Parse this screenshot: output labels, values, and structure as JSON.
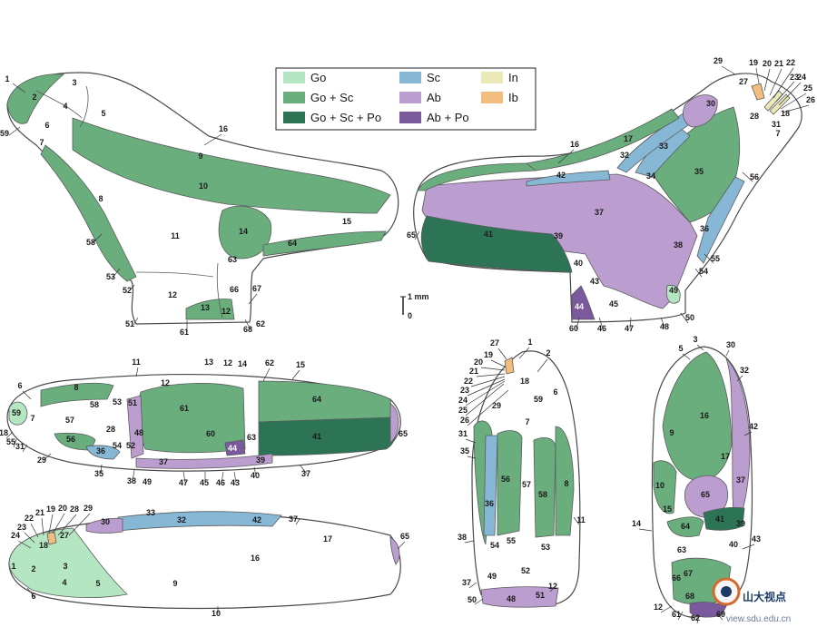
{
  "colors": {
    "go": "#b5e6c2",
    "go_sc": "#6aae7e",
    "go_sc_po": "#2d7456",
    "sc": "#86b8d6",
    "ab": "#bb9dcf",
    "ab_po": "#7a5a9c",
    "in": "#ece9b8",
    "ib": "#f2bd7e"
  },
  "legend": [
    {
      "label": "Go",
      "color": "#b5e6c2"
    },
    {
      "label": "Go + Sc",
      "color": "#6aae7e"
    },
    {
      "label": "Go + Sc + Po",
      "color": "#2d7456"
    },
    {
      "label": "Sc",
      "color": "#86b8d6"
    },
    {
      "label": "Ab",
      "color": "#bb9dcf"
    },
    {
      "label": "Ab + Po",
      "color": "#7a5a9c"
    },
    {
      "label": "In",
      "color": "#ece9b8"
    },
    {
      "label": "Ib",
      "color": "#f2bd7e"
    }
  ],
  "scale": {
    "top": "1 mm",
    "bottom": "0"
  },
  "watermark": {
    "text": "山大视点",
    "url": "view.sdu.edu.cn"
  },
  "labels": {
    "a": [
      "1",
      "2",
      "3",
      "4",
      "5",
      "6",
      "7",
      "59",
      "16",
      "9",
      "10",
      "8",
      "11",
      "14",
      "15",
      "64",
      "58",
      "53",
      "52",
      "12",
      "13",
      "63",
      "66",
      "67",
      "12",
      "51",
      "61",
      "68",
      "62"
    ],
    "b": [
      "29",
      "19",
      "20",
      "21",
      "22",
      "23",
      "24",
      "25",
      "26",
      "27",
      "30",
      "28",
      "31",
      "7",
      "18",
      "16",
      "17",
      "32",
      "33",
      "42",
      "34",
      "35",
      "56",
      "37",
      "65",
      "41",
      "39",
      "36",
      "38",
      "40",
      "55",
      "54",
      "43",
      "49",
      "44",
      "45",
      "60",
      "46",
      "47",
      "48",
      "50"
    ],
    "c": [
      "6",
      "11",
      "13",
      "12",
      "14",
      "62",
      "15",
      "8",
      "12",
      "59",
      "7",
      "58",
      "53",
      "51",
      "61",
      "64",
      "57",
      "18",
      "55",
      "28",
      "31",
      "56",
      "36",
      "54",
      "52",
      "48",
      "60",
      "44",
      "63",
      "41",
      "65",
      "29",
      "35",
      "38",
      "49",
      "37",
      "47",
      "45",
      "46",
      "43",
      "40",
      "39",
      "37"
    ],
    "d": [
      "22",
      "21",
      "19",
      "20",
      "28",
      "29",
      "23",
      "24",
      "18",
      "27",
      "30",
      "33",
      "32",
      "42",
      "37",
      "65",
      "17",
      "16",
      "1",
      "2",
      "3",
      "6",
      "4",
      "5",
      "9",
      "10"
    ],
    "e": [
      "27",
      "1",
      "19",
      "20",
      "2",
      "21",
      "22",
      "18",
      "23",
      "24",
      "6",
      "59",
      "25",
      "29",
      "26",
      "7",
      "31",
      "35",
      "56",
      "57",
      "58",
      "8",
      "36",
      "11",
      "38",
      "55",
      "54",
      "53",
      "52",
      "37",
      "49",
      "50",
      "48",
      "51",
      "12"
    ],
    "f": [
      "5",
      "3",
      "30",
      "32",
      "16",
      "9",
      "42",
      "17",
      "37",
      "10",
      "65",
      "14",
      "15",
      "64",
      "41",
      "39",
      "63",
      "40",
      "43",
      "66",
      "67",
      "68",
      "12",
      "61",
      "62",
      "69"
    ]
  }
}
